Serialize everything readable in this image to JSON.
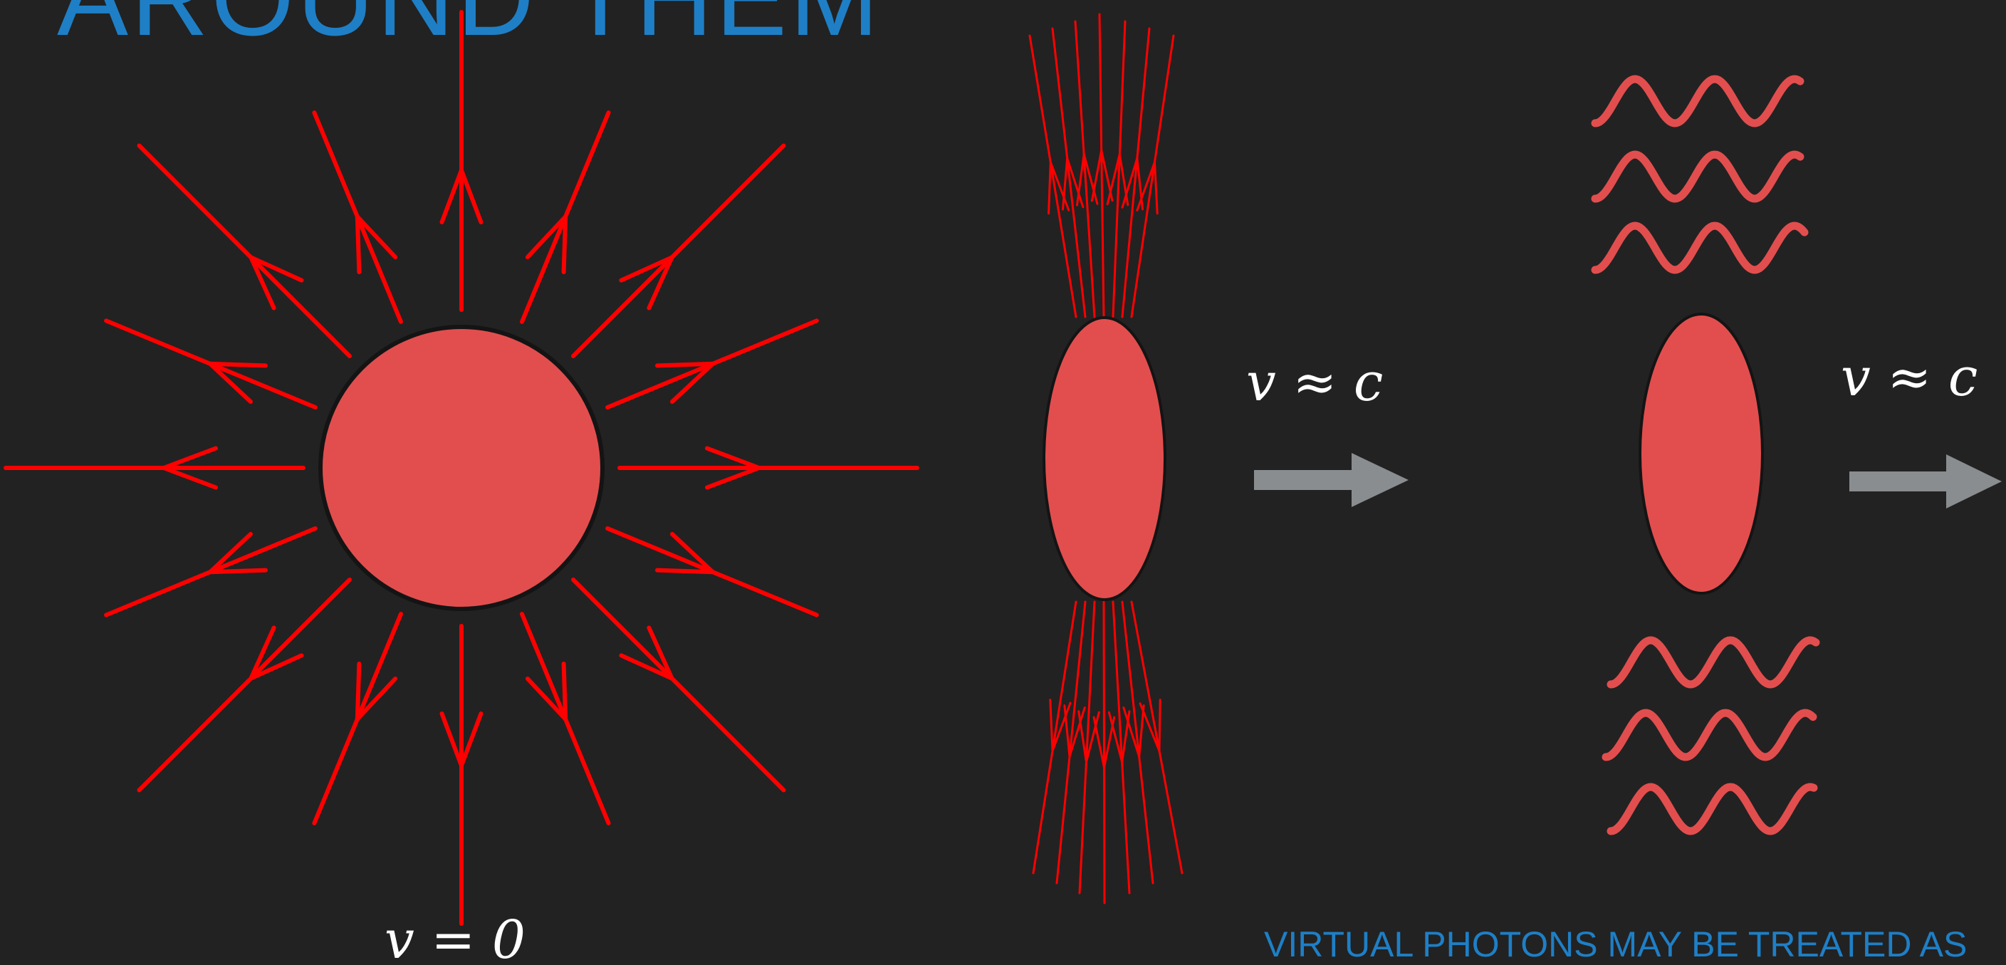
{
  "title": "AROUND THEM",
  "labels": {
    "rest_velocity": "v = 0",
    "fast_velocity_1": "v ≈ c",
    "fast_velocity_2": "v ≈ c"
  },
  "footnote": "VIRTUAL PHOTONS MAY BE TREATED AS",
  "colors": {
    "background": "#222222",
    "title": "#1e7fc6",
    "charge_fill": "#e24e4e",
    "field_line": "#ff0000",
    "wave": "#e24e4e",
    "arrow": "#8a8d8f"
  },
  "icons": {
    "field_arrowhead": "chevron",
    "motion_arrow": "right-arrow"
  }
}
